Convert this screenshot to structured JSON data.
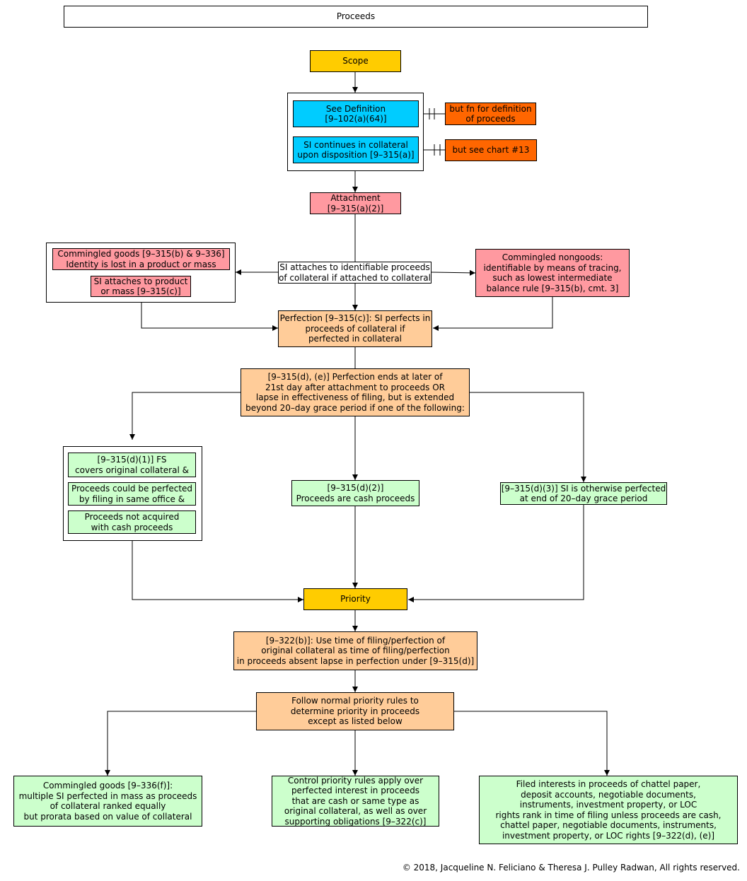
{
  "title": "Proceeds",
  "nodes": {
    "scope": "Scope",
    "see_definition": "See Definition\n[9–102(a)(64)]",
    "fn_definition": "but fn for definition\nof proceeds",
    "si_continues": "SI continues in collateral\nupon disposition [9–315(a)]",
    "see_chart": "but see chart #13",
    "attachment": "Attachment\n[9–315(a)(2)]",
    "commingled_goods": "Commingled goods [9–315(b) & 9–336]\nIdentity is lost in a product or mass",
    "si_attaches_product": "SI attaches to product\nor mass [9–315(c)]",
    "si_attaches_proceeds": "SI attaches to identifiable proceeds\nof collateral if attached to collateral",
    "commingled_nongoods": "Commingled nongoods:\nidentifiable by means of tracing,\nsuch as lowest intermediate\nbalance rule [9–315(b), cmt. 3]",
    "perfection": "Perfection [9–315(c)]: SI perfects in\nproceeds of collateral if\nperfected in collateral",
    "perfection_ends": "[9–315(d), (e)] Perfection ends at later of\n21st day after attachment to proceeds OR\nlapse in effectiveness of filing, but is extended\nbeyond 20–day grace period if one of the following:",
    "d1_fs": "[9–315(d)(1)] FS\ncovers original collateral &",
    "d1_same_office": "Proceeds could be perfected\nby filing in same office &",
    "d1_not_cash": "Proceeds not acquired\nwith cash proceeds",
    "d2_cash": "[9–315(d)(2)]\nProceeds are cash proceeds",
    "d3_otherwise": "[9–315(d)(3)] SI is otherwise perfected\nat end of 20–day grace period",
    "priority": "Priority",
    "time_of_filing": "[9–322(b)]: Use time of filing/perfection of\noriginal collateral as time of filing/perfection\nin proceeds absent lapse in perfection under [9–315(d)]",
    "normal_priority": "Follow normal priority rules to\ndetermine priority in proceeds\nexcept as listed below",
    "commingled_goods_336f": "Commingled goods [9–336(f)]:\nmultiple SI perfected in mass as proceeds\nof collateral ranked equally\nbut prorata based on value of collateral",
    "control_priority": "Control priority rules apply over\nperfected interest in proceeds\nthat are cash or same type as\noriginal collateral, as well as over\nsupporting obligations [9–322(c)]",
    "filed_interests": "Filed interests in proceeds of chattel paper,\ndeposit accounts, negotiable documents,\ninstruments, investment property, or LOC\nrights rank in time of filing unless proceeds are cash,\nchattel paper, negotiable documents, instruments,\ninvestment property, or LOC rights [9–322(d), (e)]"
  },
  "colors": {
    "header": "#ffcc00",
    "definition": "#00ccff",
    "caveat": "#ff6600",
    "attachment": "#ff99a0",
    "perfection": "#ffcc99",
    "rule": "#ccffcc"
  },
  "footer": "© 2018, Jacqueline N. Feliciano & Theresa J. Pulley Radwan, All rights reserved."
}
